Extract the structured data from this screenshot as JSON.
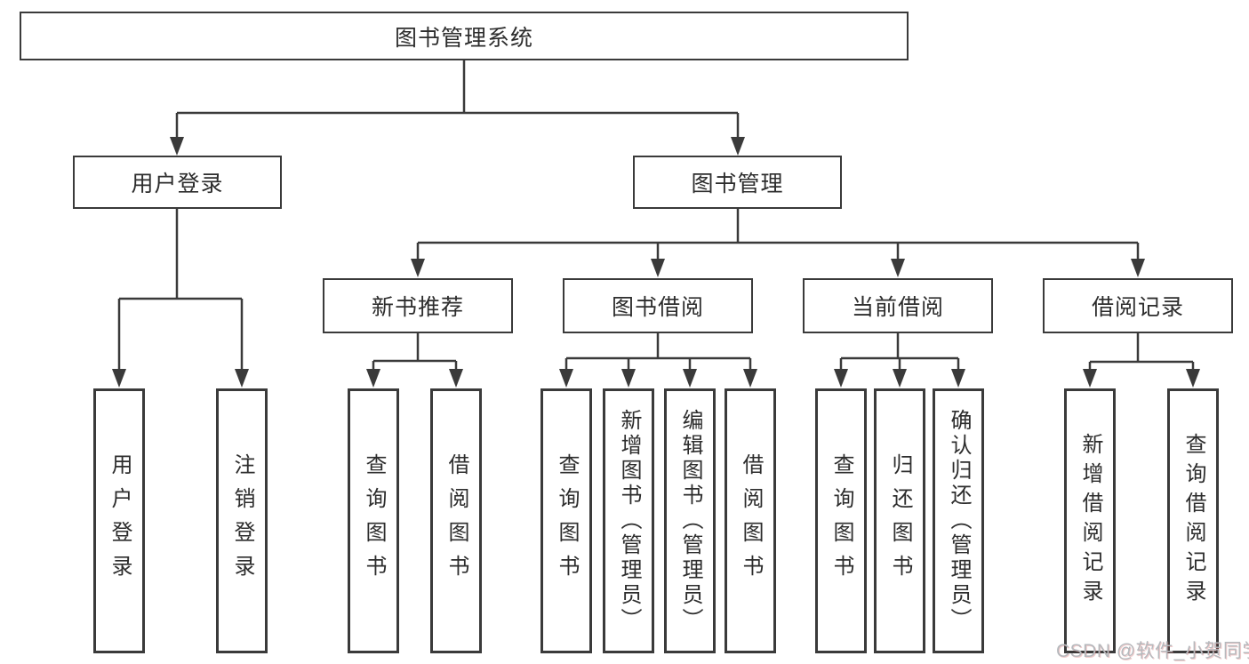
{
  "diagram": {
    "root": {
      "label": "图书管理系统"
    },
    "level2": [
      {
        "label": "用户登录"
      },
      {
        "label": "图书管理"
      }
    ],
    "level3": [
      {
        "label": "新书推荐"
      },
      {
        "label": "图书借阅"
      },
      {
        "label": "当前借阅"
      },
      {
        "label": "借阅记录"
      }
    ],
    "leaves": {
      "user": [
        {
          "label": "用户登录"
        },
        {
          "label": "注销登录"
        }
      ],
      "recommend": [
        {
          "label": "查询图书"
        },
        {
          "label": "借阅图书"
        }
      ],
      "borrowing": [
        {
          "label": "查询图书"
        },
        {
          "label": "新增图书（管理员）"
        },
        {
          "label": "编辑图书（管理员）"
        },
        {
          "label": "借阅图书"
        }
      ],
      "current": [
        {
          "label": "查询图书"
        },
        {
          "label": "归还图书"
        },
        {
          "label": "确认归还（管理员）"
        }
      ],
      "records": [
        {
          "label": "新增借阅记录"
        },
        {
          "label": "查询借阅记录"
        }
      ]
    },
    "watermark": "CSDN @软件_小贺同学"
  },
  "colors": {
    "line": "#3a3a3a",
    "text": "#2d2d2d",
    "watermark": "#b6b9bd",
    "background": "#ffffff"
  }
}
